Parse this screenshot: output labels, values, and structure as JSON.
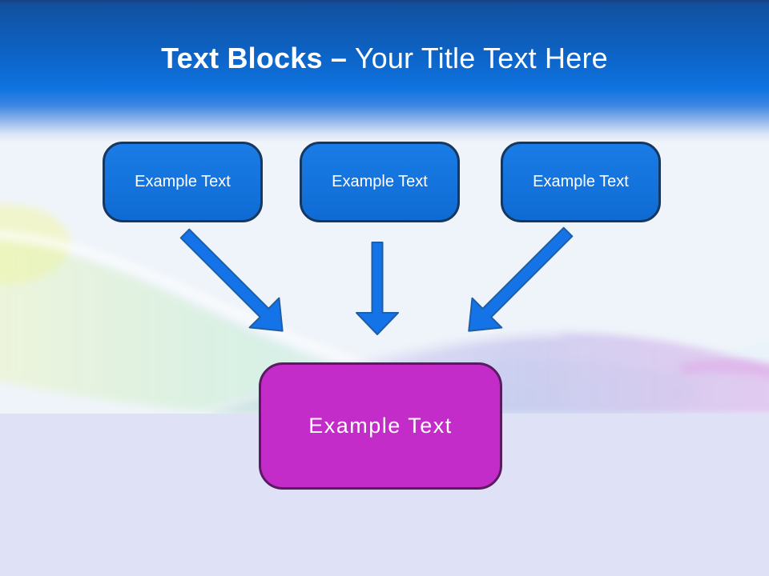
{
  "slide": {
    "title": {
      "bold": "Text Blocks –",
      "regular": "Your Title Text Here"
    },
    "blocks": [
      {
        "label": "Example Text"
      },
      {
        "label": "Example Text"
      },
      {
        "label": "Example Text"
      }
    ],
    "target": {
      "label": "Example Text"
    },
    "arrows": [
      {
        "name": "arrow-down-right",
        "from": "block-1",
        "to": "target"
      },
      {
        "name": "arrow-down",
        "from": "block-2",
        "to": "target"
      },
      {
        "name": "arrow-down-left",
        "from": "block-3",
        "to": "target"
      }
    ],
    "colors": {
      "header_gradient_top": "#11519f",
      "header_gradient_bright": "#0e73e0",
      "block_fill": "#1171dd",
      "block_border": "#17375e",
      "arrow_fill": "#1473e6",
      "arrow_outline": "#1f5da6",
      "target_fill": "#c32cc8",
      "target_border": "#5a1c60",
      "canvas": "#eff4fa",
      "footer_band": "#dfe1f6"
    }
  }
}
